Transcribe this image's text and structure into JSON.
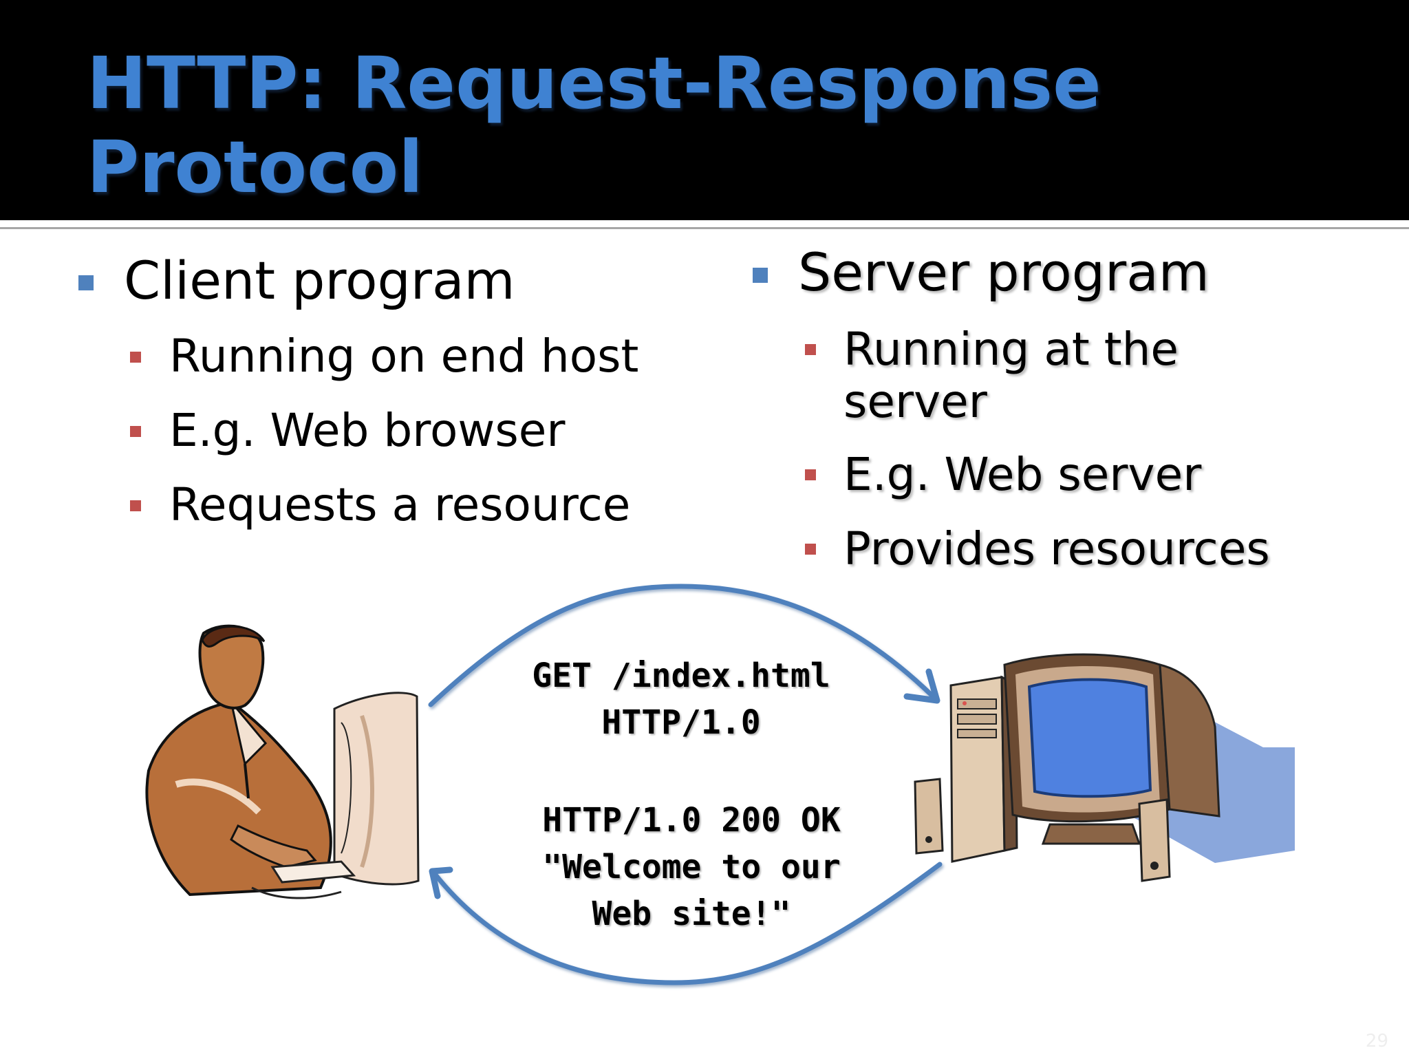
{
  "slide": {
    "title": "HTTP: Request-Response Protocol",
    "slide_number": "29"
  },
  "client": {
    "heading": "Client program",
    "points": [
      "Running on end host",
      "E.g. Web browser",
      "Requests a resource"
    ]
  },
  "server": {
    "heading": "Server program",
    "points": [
      "Running at the server",
      "E.g. Web server",
      "Provides resources"
    ]
  },
  "exchange": {
    "request_lines": [
      "GET /index.html",
      "HTTP/1.0"
    ],
    "response_lines": [
      "HTTP/1.0 200 OK",
      "\"Welcome to our",
      "Web site!\""
    ]
  },
  "colors": {
    "title": "#3f82d2",
    "level1_bullet": "#4f81bd",
    "level2_bullet": "#c0504d",
    "arrow": "#4f81bd"
  },
  "icons": [
    "person-at-computer-icon",
    "desktop-computer-icon"
  ]
}
